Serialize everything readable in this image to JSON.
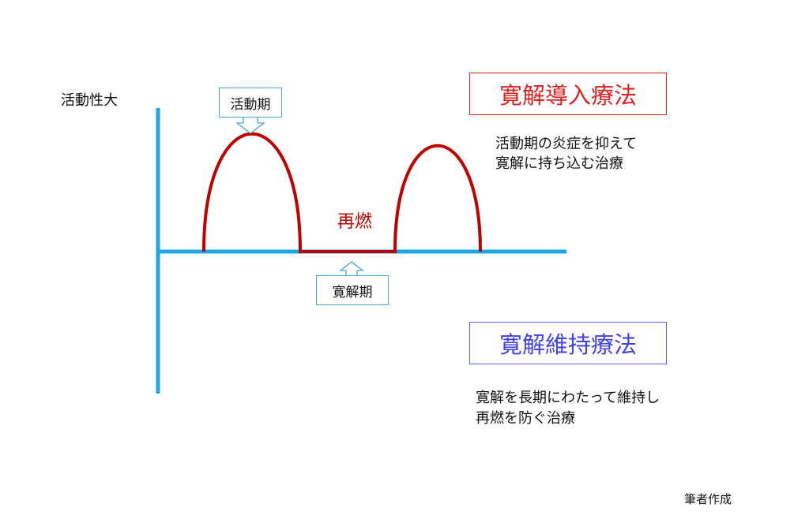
{
  "y_axis_label": "活動性大",
  "callouts": {
    "active": "活動期",
    "remission": "寛解期"
  },
  "relapse_label": "再燃",
  "induction": {
    "title": "寛解導入療法",
    "description": [
      "活動期の炎症を抑えて",
      "寛解に持ち込む治療"
    ]
  },
  "maintenance": {
    "title": "寛解維持療法",
    "description": [
      "寛解を長期にわたって維持し",
      "再燃を防ぐ治療"
    ]
  },
  "credit": "筆者作成",
  "colors": {
    "axis": "#1ea8e2",
    "curve": "#c00000",
    "induction": "#e02020",
    "maintenance": "#4040ee",
    "callout_border": "#4aa8d0"
  }
}
